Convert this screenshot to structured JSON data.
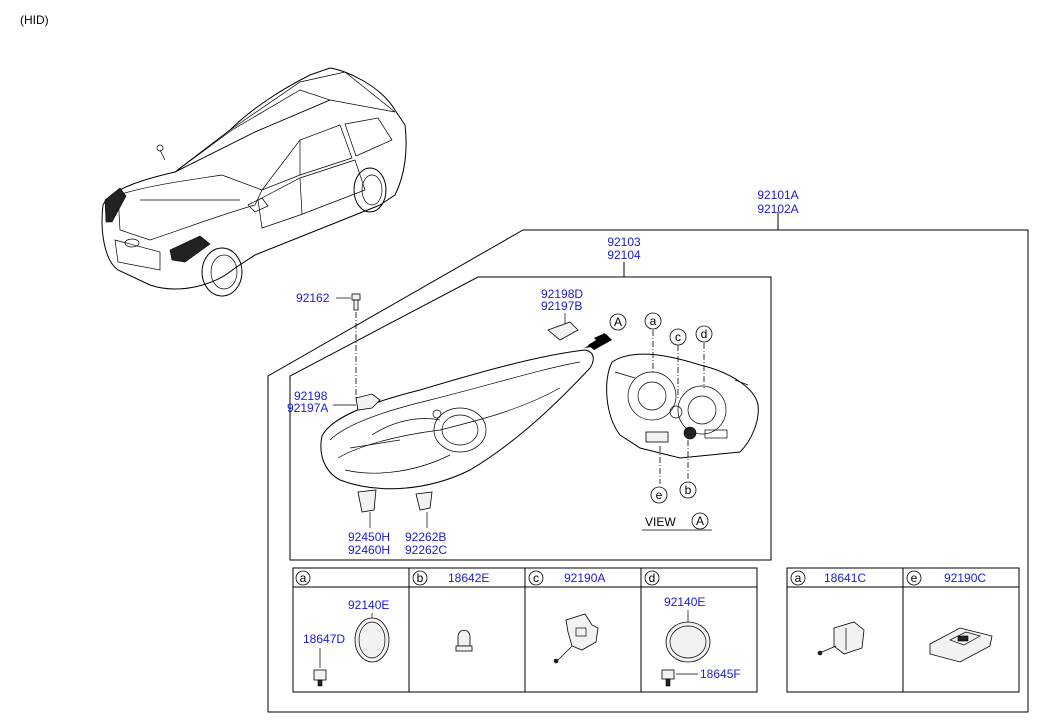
{
  "header": {
    "variant_label": "(HID)"
  },
  "assembly": {
    "headlamp_assy": [
      "92101A",
      "92102A"
    ],
    "housing_assy": [
      "92103",
      "92104"
    ],
    "screw": "92162",
    "bracket_top": [
      "92198D",
      "92197B"
    ],
    "bracket_left": [
      "92198",
      "92197A"
    ],
    "bracket_bottom_left": [
      "92450H",
      "92460H"
    ],
    "bracket_bottom_right": [
      "92262B",
      "92262C"
    ]
  },
  "view_a": {
    "arrow_marker": "A",
    "caption_view": "VIEW",
    "caption_marker": "A",
    "callouts": [
      "a",
      "c",
      "d",
      "e",
      "b"
    ]
  },
  "detail_table": {
    "cells": [
      {
        "letter": "a",
        "parts": [
          "92140E",
          "18647D"
        ]
      },
      {
        "letter": "b",
        "parts": [
          "18642E"
        ]
      },
      {
        "letter": "c",
        "parts": [
          "92190A"
        ]
      },
      {
        "letter": "d",
        "parts": [
          "92140E",
          "18645F"
        ]
      }
    ]
  },
  "detail_table_right": {
    "cells": [
      {
        "letter": "a",
        "parts": [
          "18641C"
        ]
      },
      {
        "letter": "e",
        "parts": [
          "92190C"
        ]
      }
    ]
  }
}
